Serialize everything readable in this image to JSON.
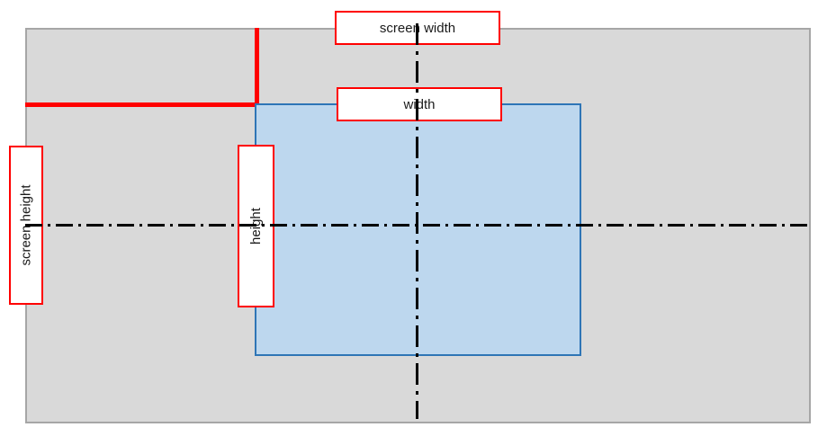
{
  "diagram": {
    "labels": {
      "screen_width": "screen width",
      "width": "width",
      "screen_height": "screen height",
      "height": "height"
    },
    "colors": {
      "screen_fill": "#d9d9d9",
      "screen_border": "#a6a6a6",
      "window_fill": "#bdd7ee",
      "window_border": "#2e75b6",
      "position_line": "#ff0000",
      "label_fill": "#ffffff",
      "label_border": "#ff0000",
      "centerline": "#000000",
      "text": "#1a1a1a"
    }
  }
}
